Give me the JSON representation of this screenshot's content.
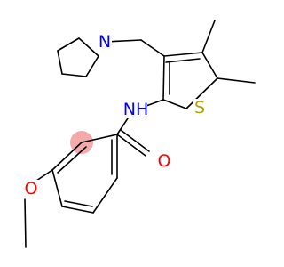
{
  "structure": {
    "colors": {
      "bond": "#000000",
      "nitrogen": "#0000ff",
      "oxygen": "#ff0000",
      "sulfur": "#b2a100",
      "highlight": "#f4aaaa"
    },
    "atoms": {
      "n_pyrrolidine": "N",
      "n_amide": "NH",
      "sulfur": "S",
      "o_carbonyl": "O",
      "o_methoxy": "O"
    }
  }
}
